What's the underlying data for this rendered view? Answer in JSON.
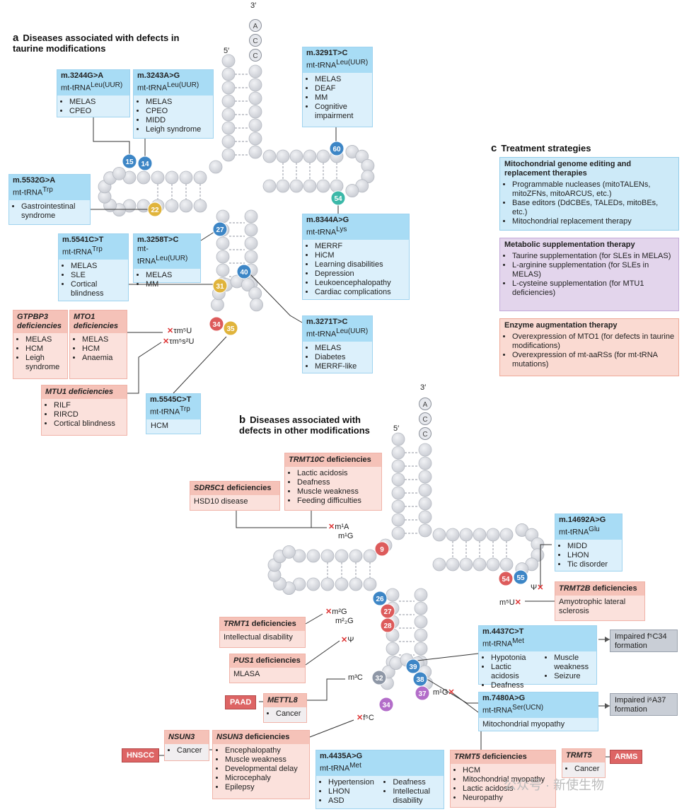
{
  "panel_a": {
    "letter": "a",
    "title": "Diseases associated with defects in taurine modifications",
    "end3": "3′",
    "end5": "5′",
    "cca": [
      "A",
      "C",
      "C"
    ],
    "boxes": {
      "m3244": {
        "mut": "m.3244G>A",
        "gene": "mt-tRNA",
        "sup": "Leu(UUR)",
        "items": [
          "MELAS",
          "CPEO"
        ]
      },
      "m3243": {
        "mut": "m.3243A>G",
        "gene": "mt-tRNA",
        "sup": "Leu(UUR)",
        "items": [
          "MELAS",
          "CPEO",
          "MIDD",
          "Leigh syndrome"
        ]
      },
      "m3291": {
        "mut": "m.3291T>C",
        "gene": "mt-tRNA",
        "sup": "Leu(UUR)",
        "items": [
          "MELAS",
          "DEAF",
          "MM",
          "Cognitive impairment"
        ]
      },
      "m5532": {
        "mut": "m.5532G>A",
        "gene": "mt-tRNA",
        "sup": "Trp",
        "items": [
          "Gastrointestinal syndrome"
        ]
      },
      "m8344": {
        "mut": "m.8344A>G",
        "gene": "mt-tRNA",
        "sup": "Lys",
        "items": [
          "MERRF",
          "HiCM",
          "Learning disabilities",
          "Depression",
          "Leukoencephalopathy",
          "Cardiac complications"
        ]
      },
      "m5541": {
        "mut": "m.5541C>T",
        "gene": "mt-tRNA",
        "sup": "Trp",
        "items": [
          "MELAS",
          "SLE",
          "Cortical blindness"
        ]
      },
      "m3258": {
        "mut": "m.3258T>C",
        "gene": "mt-tRNA",
        "sup": "Leu(UUR)",
        "items": [
          "MELAS",
          "MM"
        ]
      },
      "m3271": {
        "mut": "m.3271T>C",
        "gene": "mt-tRNA",
        "sup": "Leu(UUR)",
        "items": [
          "MELAS",
          "Diabetes",
          "MERRF-like"
        ]
      },
      "m5545": {
        "mut": "m.5545C>T",
        "gene": "mt-tRNA",
        "sup": "Trp",
        "items": [
          "HCM"
        ]
      }
    },
    "gtpbp3": {
      "gene": "GTPBP3",
      "suffix": " deficiencies",
      "items": [
        "MELAS",
        "HCM",
        "Leigh syndrome"
      ]
    },
    "mto1": {
      "gene": "MTO1",
      "suffix": " deficiencies",
      "items": [
        "MELAS",
        "HCM",
        "Anaemia"
      ]
    },
    "mtu1": {
      "gene": "MTU1",
      "suffix": " deficiencies",
      "items": [
        "RILF",
        "RIRCD",
        "Cortical blindness"
      ]
    },
    "mods": {
      "tm5u": "τm⁵U",
      "tm5s2u": "τm⁵s²U"
    },
    "badges": [
      "15",
      "14",
      "60",
      "22",
      "54",
      "27",
      "40",
      "31",
      "34",
      "35"
    ]
  },
  "panel_b": {
    "letter": "b",
    "title": "Diseases associated with defects in other modifications",
    "end3": "3′",
    "end5": "5′",
    "cca": [
      "A",
      "C",
      "C"
    ],
    "trmt10c": {
      "gene": "TRMT10C",
      "suffix": " deficiencies",
      "items": [
        "Lactic acidosis",
        "Deafness",
        "Muscle weakness",
        "Feeding difficulties"
      ]
    },
    "sdr5c1": {
      "gene": "SDR5C1",
      "suffix": " deficiencies",
      "text": "HSD10 disease"
    },
    "m14692": {
      "mut": "m.14692A>G",
      "gene": "mt-tRNA",
      "sup": "Glu",
      "items": [
        "MIDD",
        "LHON",
        "Tic disorder"
      ]
    },
    "trmt2b": {
      "gene": "TRMT2B",
      "suffix": " deficiencies",
      "text": "Amyotrophic lateral sclerosis"
    },
    "trmt1": {
      "gene": "TRMT1",
      "suffix": " deficiencies",
      "text": "Intellectual disability"
    },
    "pus1": {
      "gene": "PUS1",
      "suffix": " deficiencies",
      "text": "MLASA"
    },
    "m4437": {
      "mut": "m.4437C>T",
      "gene": "mt-tRNA",
      "sup": "Met",
      "items_left": [
        "Hypotonia",
        "Lactic acidosis",
        "Deafness"
      ],
      "items_right": [
        "Muscle weakness",
        "Seizure"
      ]
    },
    "impaired1": "Impaired f⁵C34 formation",
    "m7480": {
      "mut": "m.7480A>G",
      "gene": "mt-tRNA",
      "sup": "Ser(UCN)",
      "text": "Mitochondrial myopathy"
    },
    "impaired2": "Impaired i⁶A37 formation",
    "paad": "PAAD",
    "mettl8": {
      "gene": "METTL8",
      "items": [
        "Cancer"
      ]
    },
    "hnscc": "HNSCC",
    "nsun3_cancer": {
      "gene": "NSUN3",
      "items": [
        "Cancer"
      ]
    },
    "nsun3": {
      "gene": "NSUN3",
      "suffix": " deficiencies",
      "items": [
        "Encephalopathy",
        "Muscle weakness",
        "Developmental delay",
        "Microcephaly",
        "Epilepsy"
      ]
    },
    "m4435": {
      "mut": "m.4435A>G",
      "gene": "mt-tRNA",
      "sup": "Met",
      "items_left": [
        "Hypertension",
        "LHON",
        "ASD"
      ],
      "items_right": [
        "Deafness",
        "Intellectual disability"
      ]
    },
    "trmt5": {
      "gene": "TRMT5",
      "suffix": " deficiencies",
      "items": [
        "HCM",
        "Mitochondrial myopathy",
        "Lactic acidosis",
        "Neuropathy"
      ]
    },
    "trmt5_cancer": {
      "gene": "TRMT5",
      "items": [
        "Cancer"
      ]
    },
    "arms": "ARMS",
    "mods": {
      "m1a": "m¹A",
      "m1g9": "m¹G",
      "m2g": "m²G",
      "m22g": "m²₂G",
      "psi": "Ψ",
      "psi55": "Ψ",
      "m5u": "m⁵U",
      "m3c": "m³C",
      "m1g37": "m¹G",
      "f5c": "f⁵C"
    },
    "badges": [
      "9",
      "26",
      "27",
      "28",
      "54",
      "55",
      "39",
      "38",
      "37",
      "32",
      "34"
    ]
  },
  "panel_c": {
    "letter": "c",
    "title": "Treatment strategies",
    "genome": {
      "title": "Mitochondrial genome editing and replacement therapies",
      "items": [
        "Programmable nucleases (mitoTALENs, mitoZFNs, mitoARCUS, etc.)",
        "Base editors (DdCBEs, TALEDs, mitoBEs, etc.)",
        "Mitochondrial replacement therapy"
      ]
    },
    "metabolic": {
      "title": "Metabolic supplementation therapy",
      "items": [
        "Taurine supplementation (for SLEs in MELAS)",
        "L-arginine supplementation (for SLEs in MELAS)",
        "L-cysteine supplementation (for MTU1 deficiencies)"
      ]
    },
    "enzyme": {
      "title": "Enzyme  augmentation therapy",
      "items": [
        "Overexpression of MTO1 (for defects in taurine modifications)",
        "Overexpression of mt-aaRSs (for mt-tRNA mutations)"
      ]
    }
  },
  "watermark": "公众号 · 新使生物",
  "colors": {
    "blue_badge": "#3d86c6",
    "yellow_badge": "#e0b43c",
    "red_badge": "#dd5b5b",
    "teal_badge": "#3bb8a8",
    "grey_badge": "#8e97a6",
    "purple_badge": "#b36dc9",
    "nucleotide": "#d9dbe0"
  }
}
